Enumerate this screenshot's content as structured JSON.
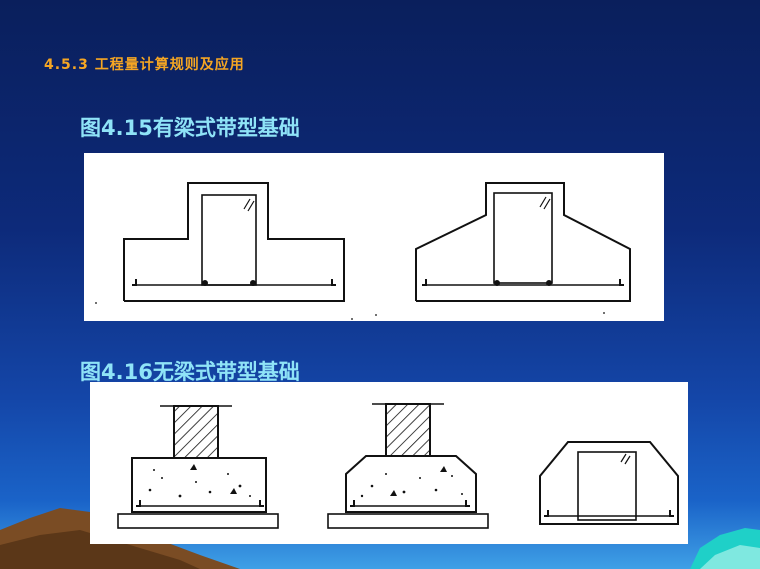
{
  "section": {
    "title": "4.5.3 工程量计算规则及应用"
  },
  "figures": [
    {
      "caption": "图4.15有梁式带型基础"
    },
    {
      "caption": "图4.16无梁式带型基础"
    }
  ],
  "colors": {
    "background_top": "#0a1f5c",
    "background_bottom": "#3fa0e6",
    "section_title": "#f5a623",
    "caption": "#8fe3f7",
    "terrain": "#8a5a2e"
  }
}
